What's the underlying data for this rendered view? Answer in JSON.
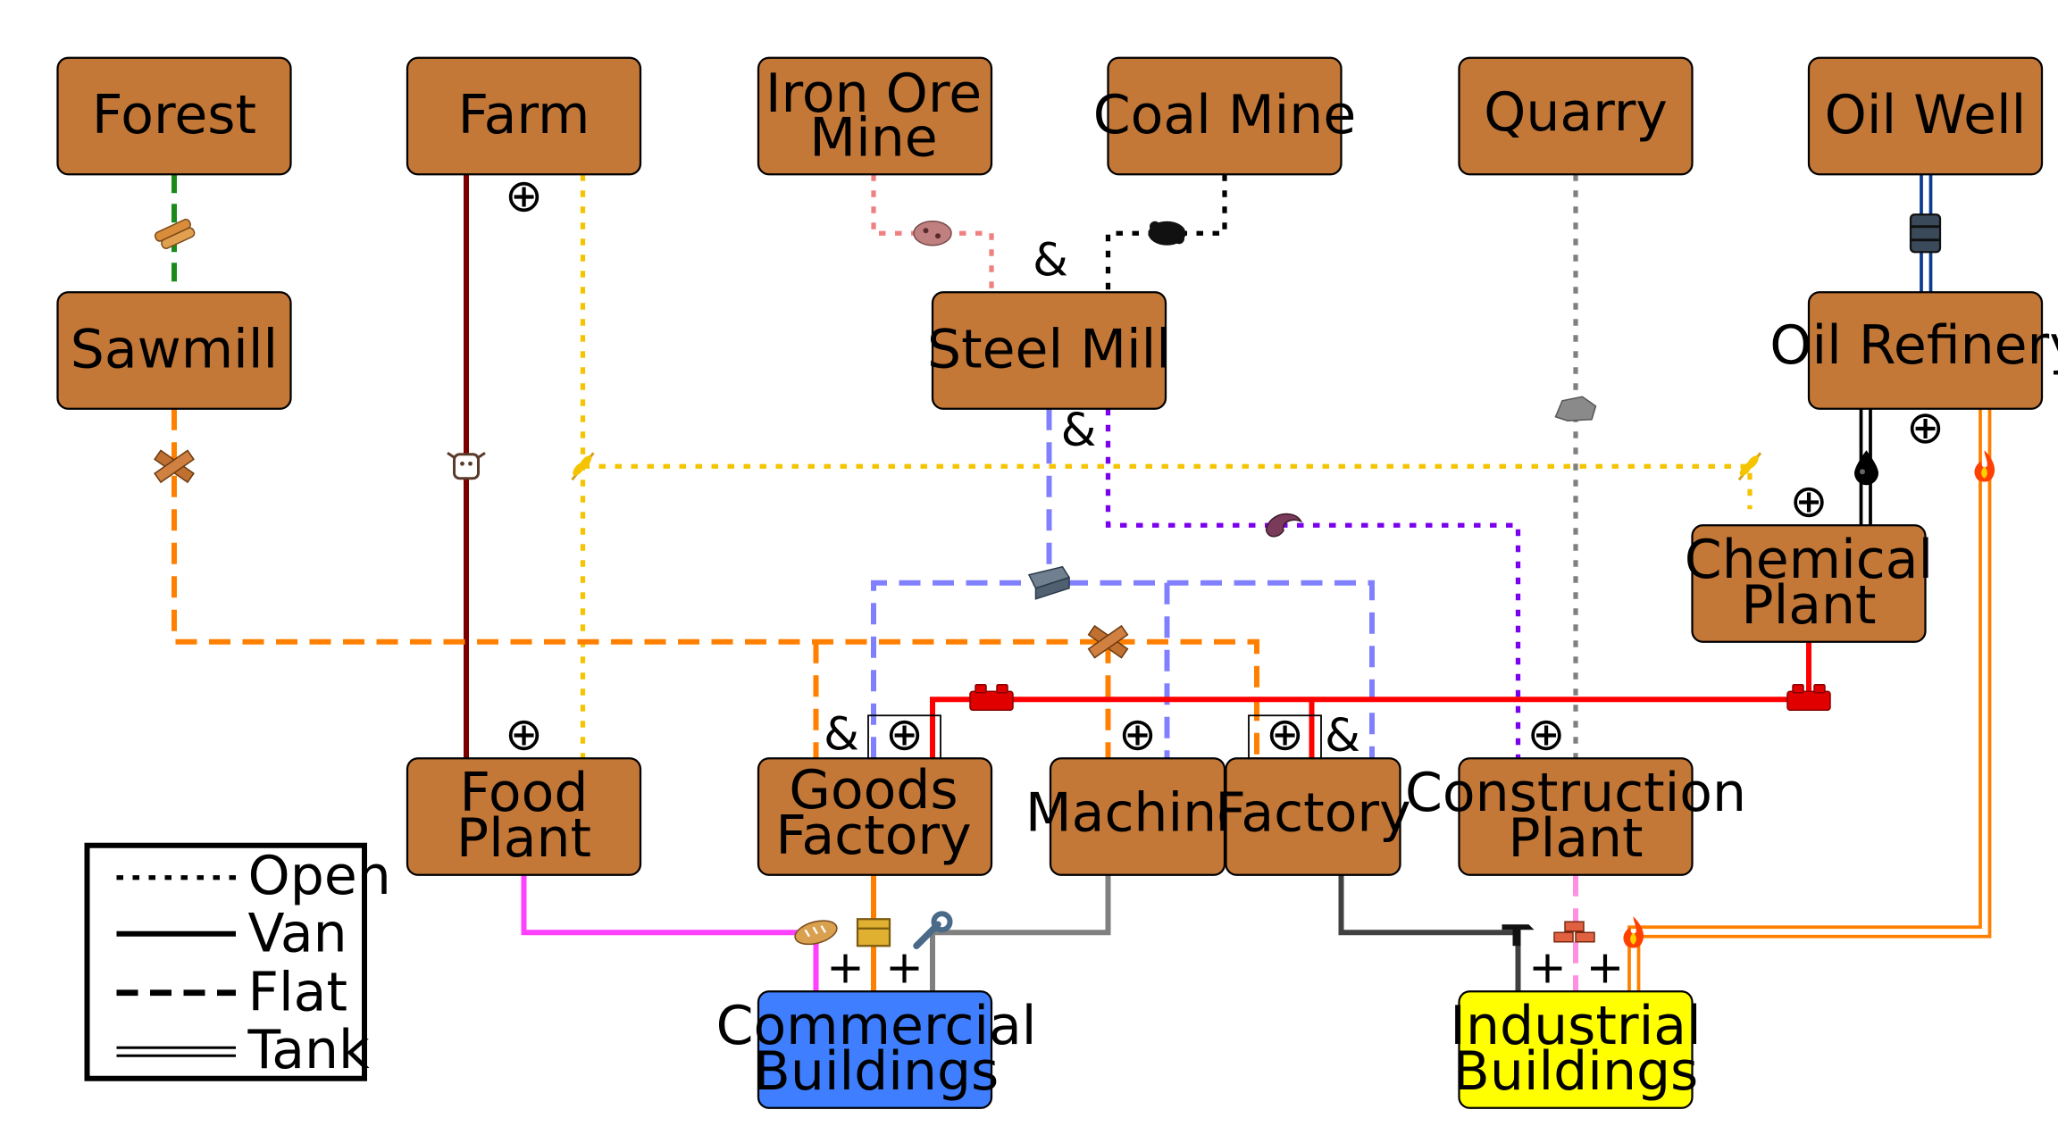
{
  "nodes": {
    "forest": "Forest",
    "farm": "Farm",
    "iron_ore_mine": [
      "Iron Ore",
      "Mine"
    ],
    "coal_mine": "Coal Mine",
    "quarry": "Quarry",
    "oil_well": "Oil Well",
    "sawmill": "Sawmill",
    "steel_mill": "Steel Mill",
    "oil_refinery": "Oil Refinery",
    "chemical_plant": [
      "Chemical",
      "Plant"
    ],
    "food_plant": [
      "Food",
      "Plant"
    ],
    "goods_factory": [
      "Goods",
      "Factory"
    ],
    "machine": "Machine",
    "factory": "Factory",
    "construction_plant": [
      "Construction",
      "Plant"
    ],
    "commercial_buildings": [
      "Commercial",
      "Buildings"
    ],
    "industrial_buildings": [
      "Industrial",
      "Buildings"
    ]
  },
  "symbols": {
    "and": "&",
    "or": "⊕",
    "plus": "+"
  },
  "legend": {
    "open": "Open",
    "van": "Van",
    "flat": "Flat",
    "tank": "Tank"
  },
  "colors": {
    "node_fill": "#c47838",
    "commercial_fill": "#3f7fff",
    "industrial_fill": "#ffff00",
    "wood": "#1a8a1a",
    "livestock": "#7a0000",
    "grain": "#f5c400",
    "iron_ore": "#ef8080",
    "coal": "#000000",
    "stone": "#808080",
    "oil": "#0a3d8f",
    "lumber": "#ff8000",
    "steel": "#8080ff",
    "plastics": "#7a00ee",
    "petroleum": "#000000",
    "fuel": "#ff8000",
    "bricks": "#ff0000",
    "food": "#ff40ff",
    "goods": "#ff8000",
    "machine_parts": "#808080",
    "tools": "#404040",
    "concrete": "#ff90e0"
  },
  "icons": [
    "log-icon",
    "cow-icon",
    "wheat-icon",
    "iron-ore-icon",
    "coal-icon",
    "stone-icon",
    "oil-barrel-icon",
    "lumber-icon",
    "steel-beam-icon",
    "plastic-icon",
    "oil-drop-icon",
    "fire-icon",
    "brick-icon",
    "bread-icon",
    "crate-icon",
    "wrench-icon",
    "tools-icon",
    "bricks-pile-icon",
    "flame-icon"
  ]
}
